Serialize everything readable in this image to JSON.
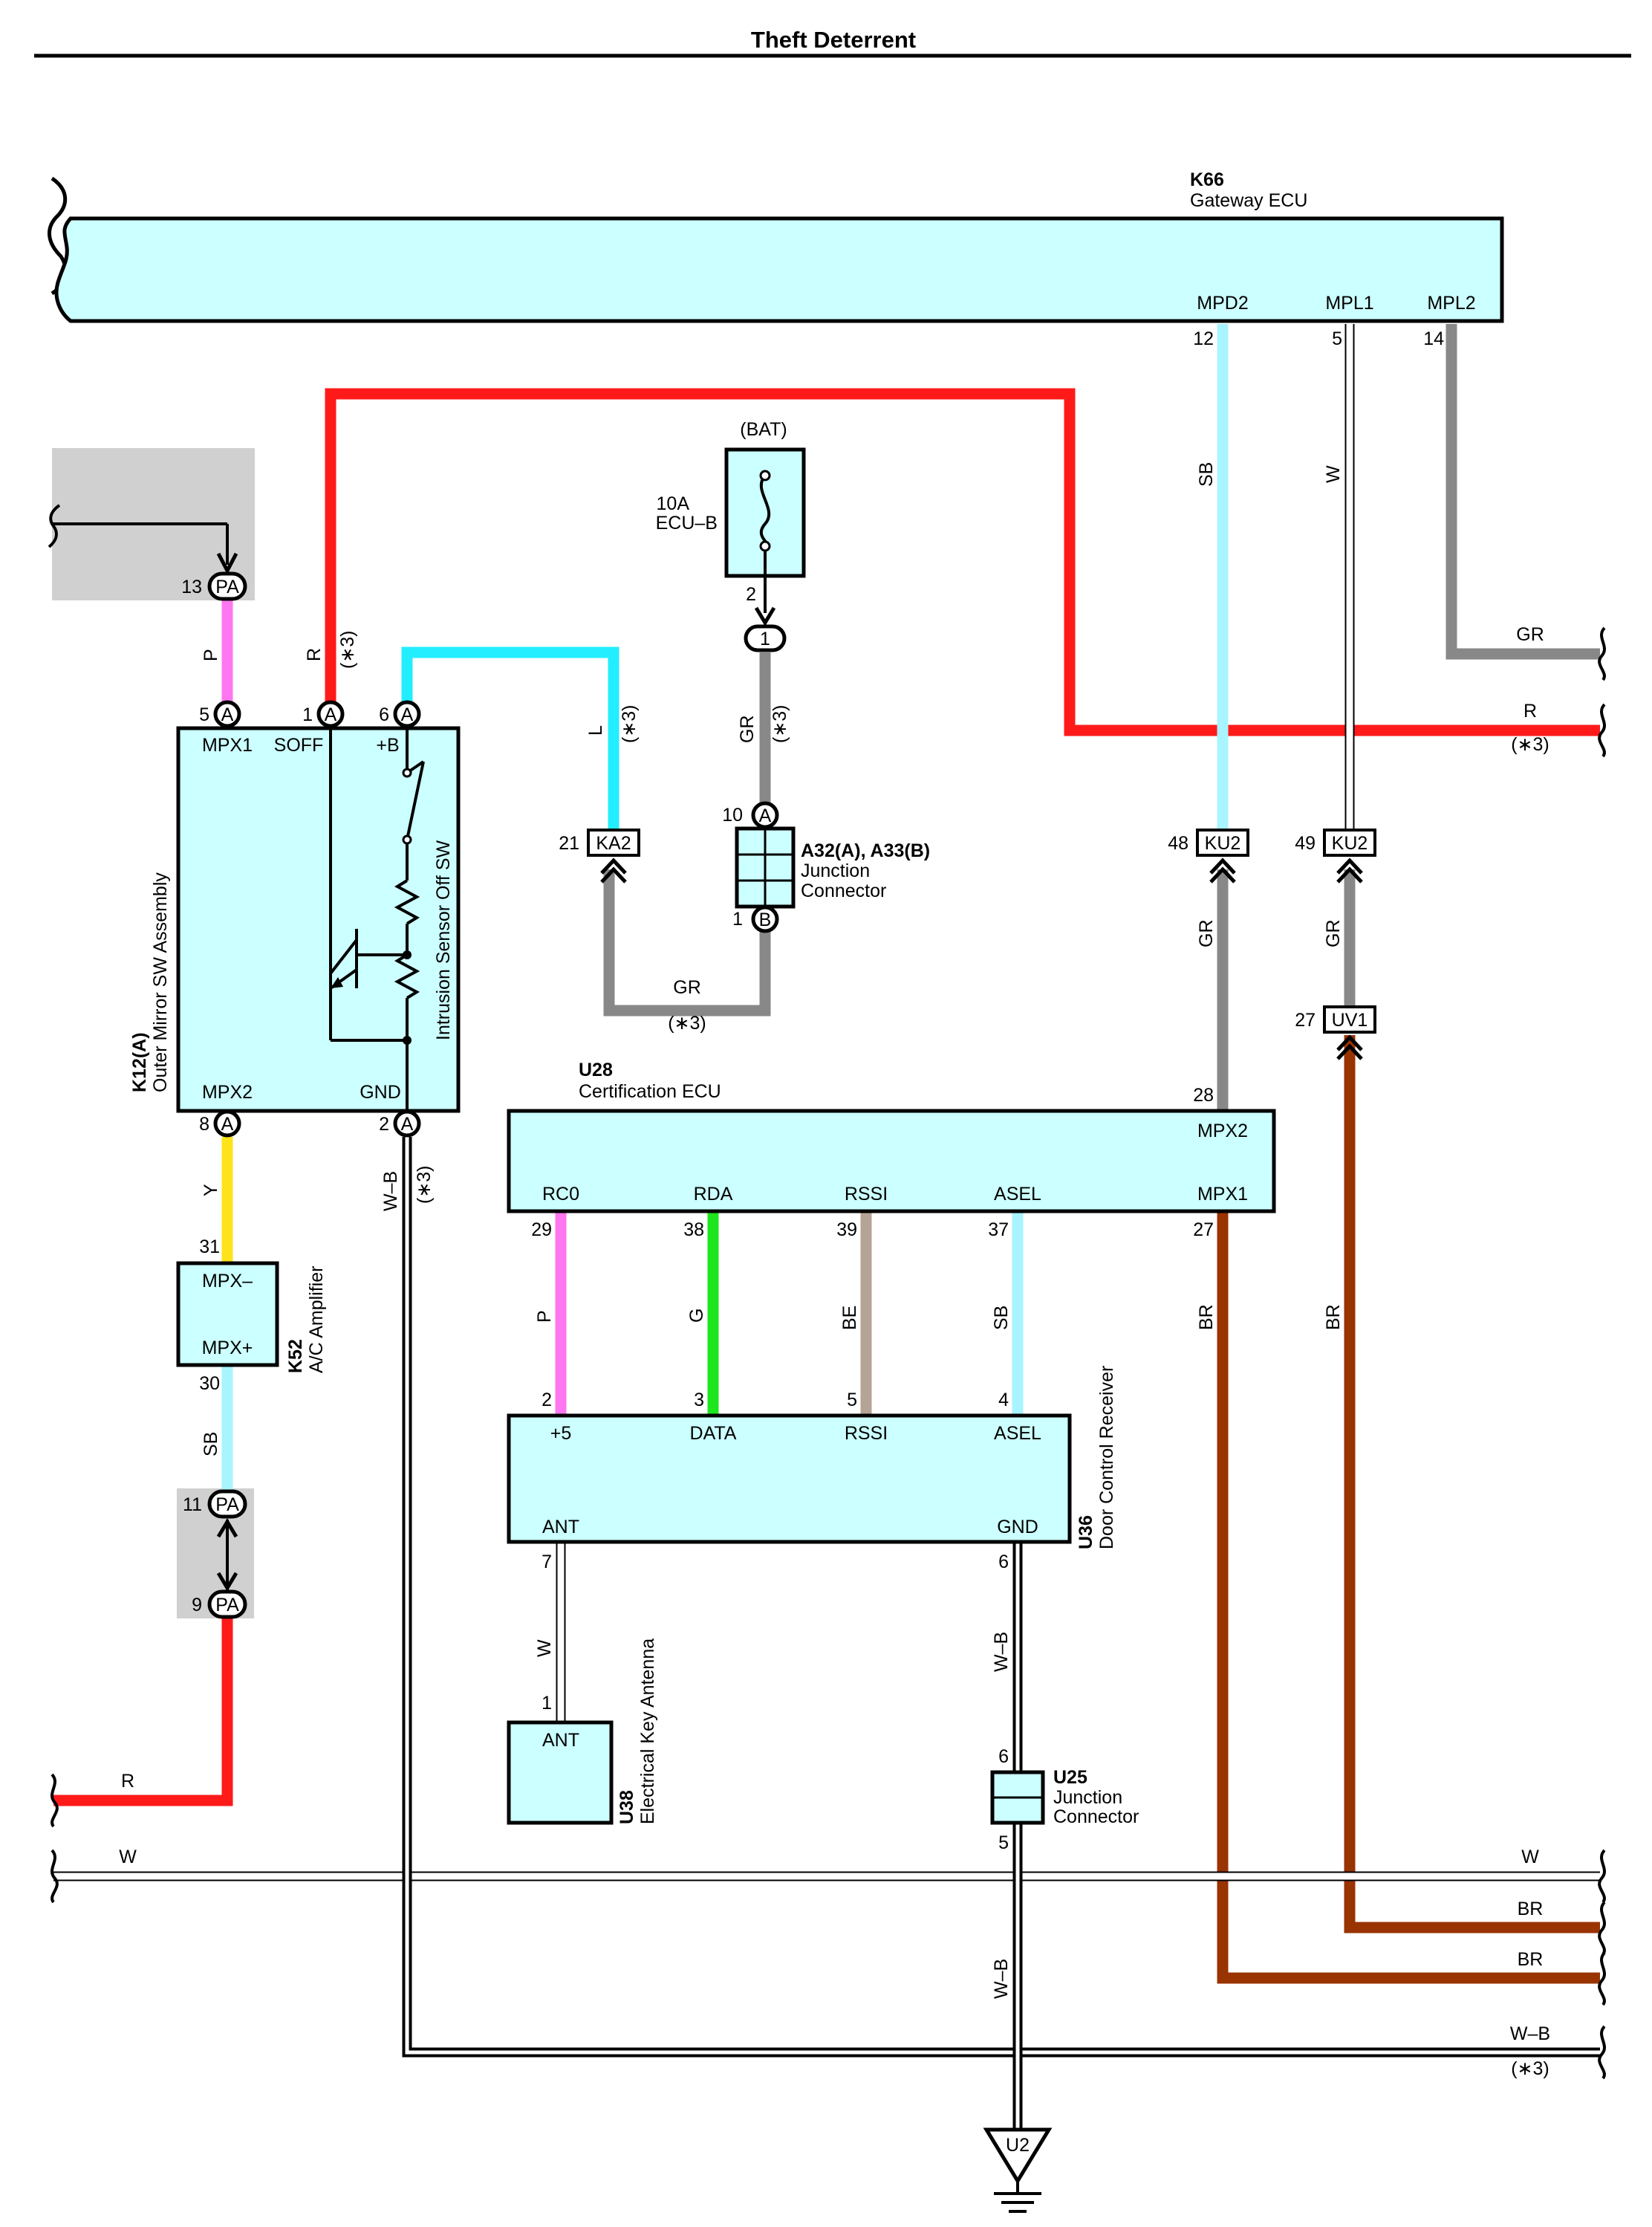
{
  "title": "Theft Deterrent",
  "colors": {
    "R": "#ff1a1a",
    "P": "#ff77f0",
    "L": "#22eeff",
    "GR": "#888888",
    "SB": "#a8f4ff",
    "Y": "#ffe31a",
    "G": "#1ee61e",
    "BE": "#b5a496",
    "BR": "#993300",
    "W": "#ffffff",
    "W-B": "#ffffff",
    "comp": "#ccffff",
    "shade": "#d0d0d0"
  },
  "components": {
    "k66": {
      "id": "K66",
      "name": "Gateway ECU",
      "pins": [
        "MPD2",
        "MPL1",
        "MPL2"
      ],
      "pin_numbers": [
        "12",
        "5",
        "14"
      ]
    },
    "k12": {
      "id": "K12(A)",
      "name": "Outer Mirror SW Assembly",
      "pins_top": [
        "MPX1",
        "SOFF",
        "+B"
      ],
      "pins_bottom": [
        "MPX2",
        "GND"
      ],
      "sensor": "Intrusion Sensor Off SW"
    },
    "fuse": {
      "source": "(BAT)",
      "rating": "10A",
      "name": "ECU–B",
      "pin": "2"
    },
    "jc_a32": {
      "id": "A32(A), A33(B)",
      "line1": "Junction",
      "line2": "Connector",
      "pin_top": "10",
      "pin_bottom": "1"
    },
    "u28": {
      "id": "U28",
      "name": "Certification ECU",
      "pins": [
        "RC0",
        "RDA",
        "RSSI",
        "ASEL",
        "MPX1"
      ],
      "pin_numbers": [
        "29",
        "38",
        "39",
        "37",
        "27"
      ],
      "mpx2": "MPX2",
      "mpx2_pin": "28"
    },
    "k52": {
      "id": "K52",
      "name": "A/C Amplifier",
      "pin1": "MPX–",
      "pin2": "MPX+",
      "pin1_num": "31",
      "pin2_num": "30"
    },
    "u36": {
      "id": "U36",
      "name": "Door Control Receiver",
      "pins_top": [
        "+5",
        "DATA",
        "RSSI",
        "ASEL"
      ],
      "pins_top_num": [
        "2",
        "3",
        "5",
        "4"
      ],
      "ant": "ANT",
      "gnd": "GND",
      "ant_pin": "7",
      "gnd_pin": "6"
    },
    "u38": {
      "id": "U38",
      "name": "Electrical Key Antenna",
      "pin": "ANT",
      "pin_num": "1"
    },
    "u25": {
      "id": "U25",
      "line1": "Junction",
      "line2": "Connector",
      "pin_top": "6",
      "pin_bottom": "5"
    },
    "ground": {
      "id": "U2"
    }
  },
  "connectors": {
    "pa13": {
      "num": "13",
      "label": "PA"
    },
    "pa11": {
      "num": "11",
      "label": "PA"
    },
    "pa9": {
      "num": "9",
      "label": "PA"
    },
    "a5": {
      "num": "5",
      "label": "A"
    },
    "a1": {
      "num": "1",
      "label": "A"
    },
    "a6": {
      "num": "6",
      "label": "A"
    },
    "a8": {
      "num": "8",
      "label": "A"
    },
    "a2": {
      "num": "2",
      "label": "A"
    },
    "ka2": {
      "num": "21",
      "label": "KA2"
    },
    "ku2a": {
      "num": "48",
      "label": "KU2"
    },
    "ku2b": {
      "num": "49",
      "label": "KU2"
    },
    "uv1": {
      "num": "27",
      "label": "UV1"
    },
    "jc1": {
      "label": "1"
    },
    "jca": {
      "label": "A"
    },
    "jcb": {
      "label": "B"
    }
  },
  "wires": {
    "p": "P",
    "r": "R",
    "l": "L",
    "gr": "GR",
    "sb": "SB",
    "w": "W",
    "y": "Y",
    "wb": "W–B",
    "g": "G",
    "be": "BE",
    "br": "BR",
    "note": "(∗3)"
  }
}
